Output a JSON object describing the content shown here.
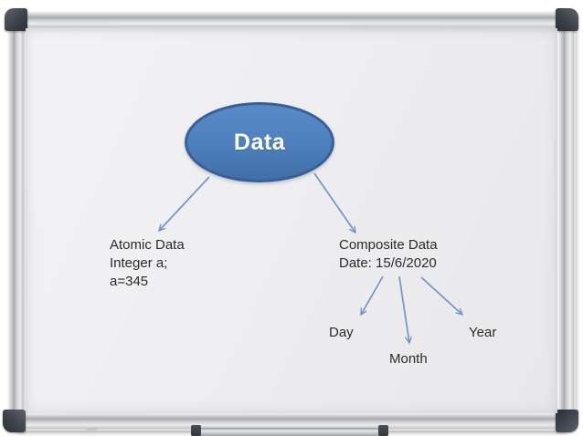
{
  "diagram": {
    "root": {
      "label": "Data"
    },
    "atomic": {
      "lines": [
        "Atomic Data",
        "Integer a;",
        "a=345"
      ]
    },
    "composite": {
      "lines": [
        "Composite Data",
        "Date: 15/6/2020"
      ]
    },
    "leaves": {
      "day": "Day",
      "month": "Month",
      "year": "Year"
    }
  },
  "colors": {
    "node_fill": "#4d7fbb",
    "node_border": "#395f99",
    "node_text": "#ffffff",
    "arrow": "#7494c6",
    "ink": "#2b2b2b"
  }
}
